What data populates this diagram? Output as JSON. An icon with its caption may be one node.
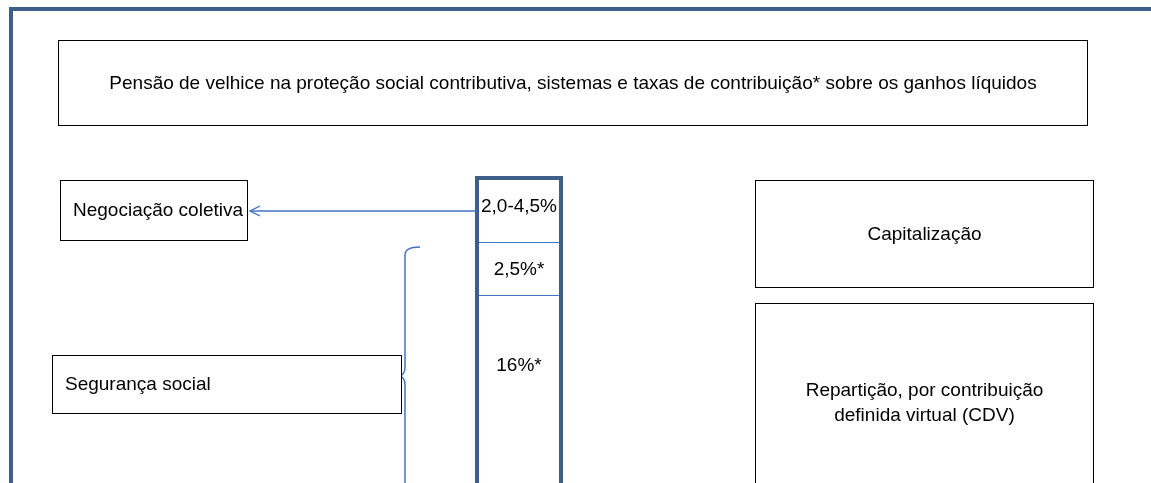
{
  "diagram": {
    "nodes": [
      {
        "text": [
          "Pensão de velhice na proteção social contributiva, sistemas e taxas de contribuição* sobre os ganhos líquidos"
        ]
      },
      {
        "text": [
          "Negociação coletiva"
        ]
      },
      {
        "text": [],
        "shape": "box"
      },
      {
        "text": [
          "2,0-4,5%"
        ],
        "in": 2
      },
      {
        "text": [
          "2,5%*"
        ],
        "in": 2
      },
      {
        "text": [
          "16%*"
        ],
        "in": 2
      },
      {
        "text": [
          "Capitalização"
        ]
      },
      {
        "text": [
          "Segurança social"
        ]
      },
      {
        "text": [
          "Repartição, por contribuição definida virtual (CDV)"
        ]
      }
    ],
    "edges": [
      {
        "from": 3,
        "to": 1,
        "arrow": "to",
        "color": "#4472c4"
      }
    ]
  }
}
